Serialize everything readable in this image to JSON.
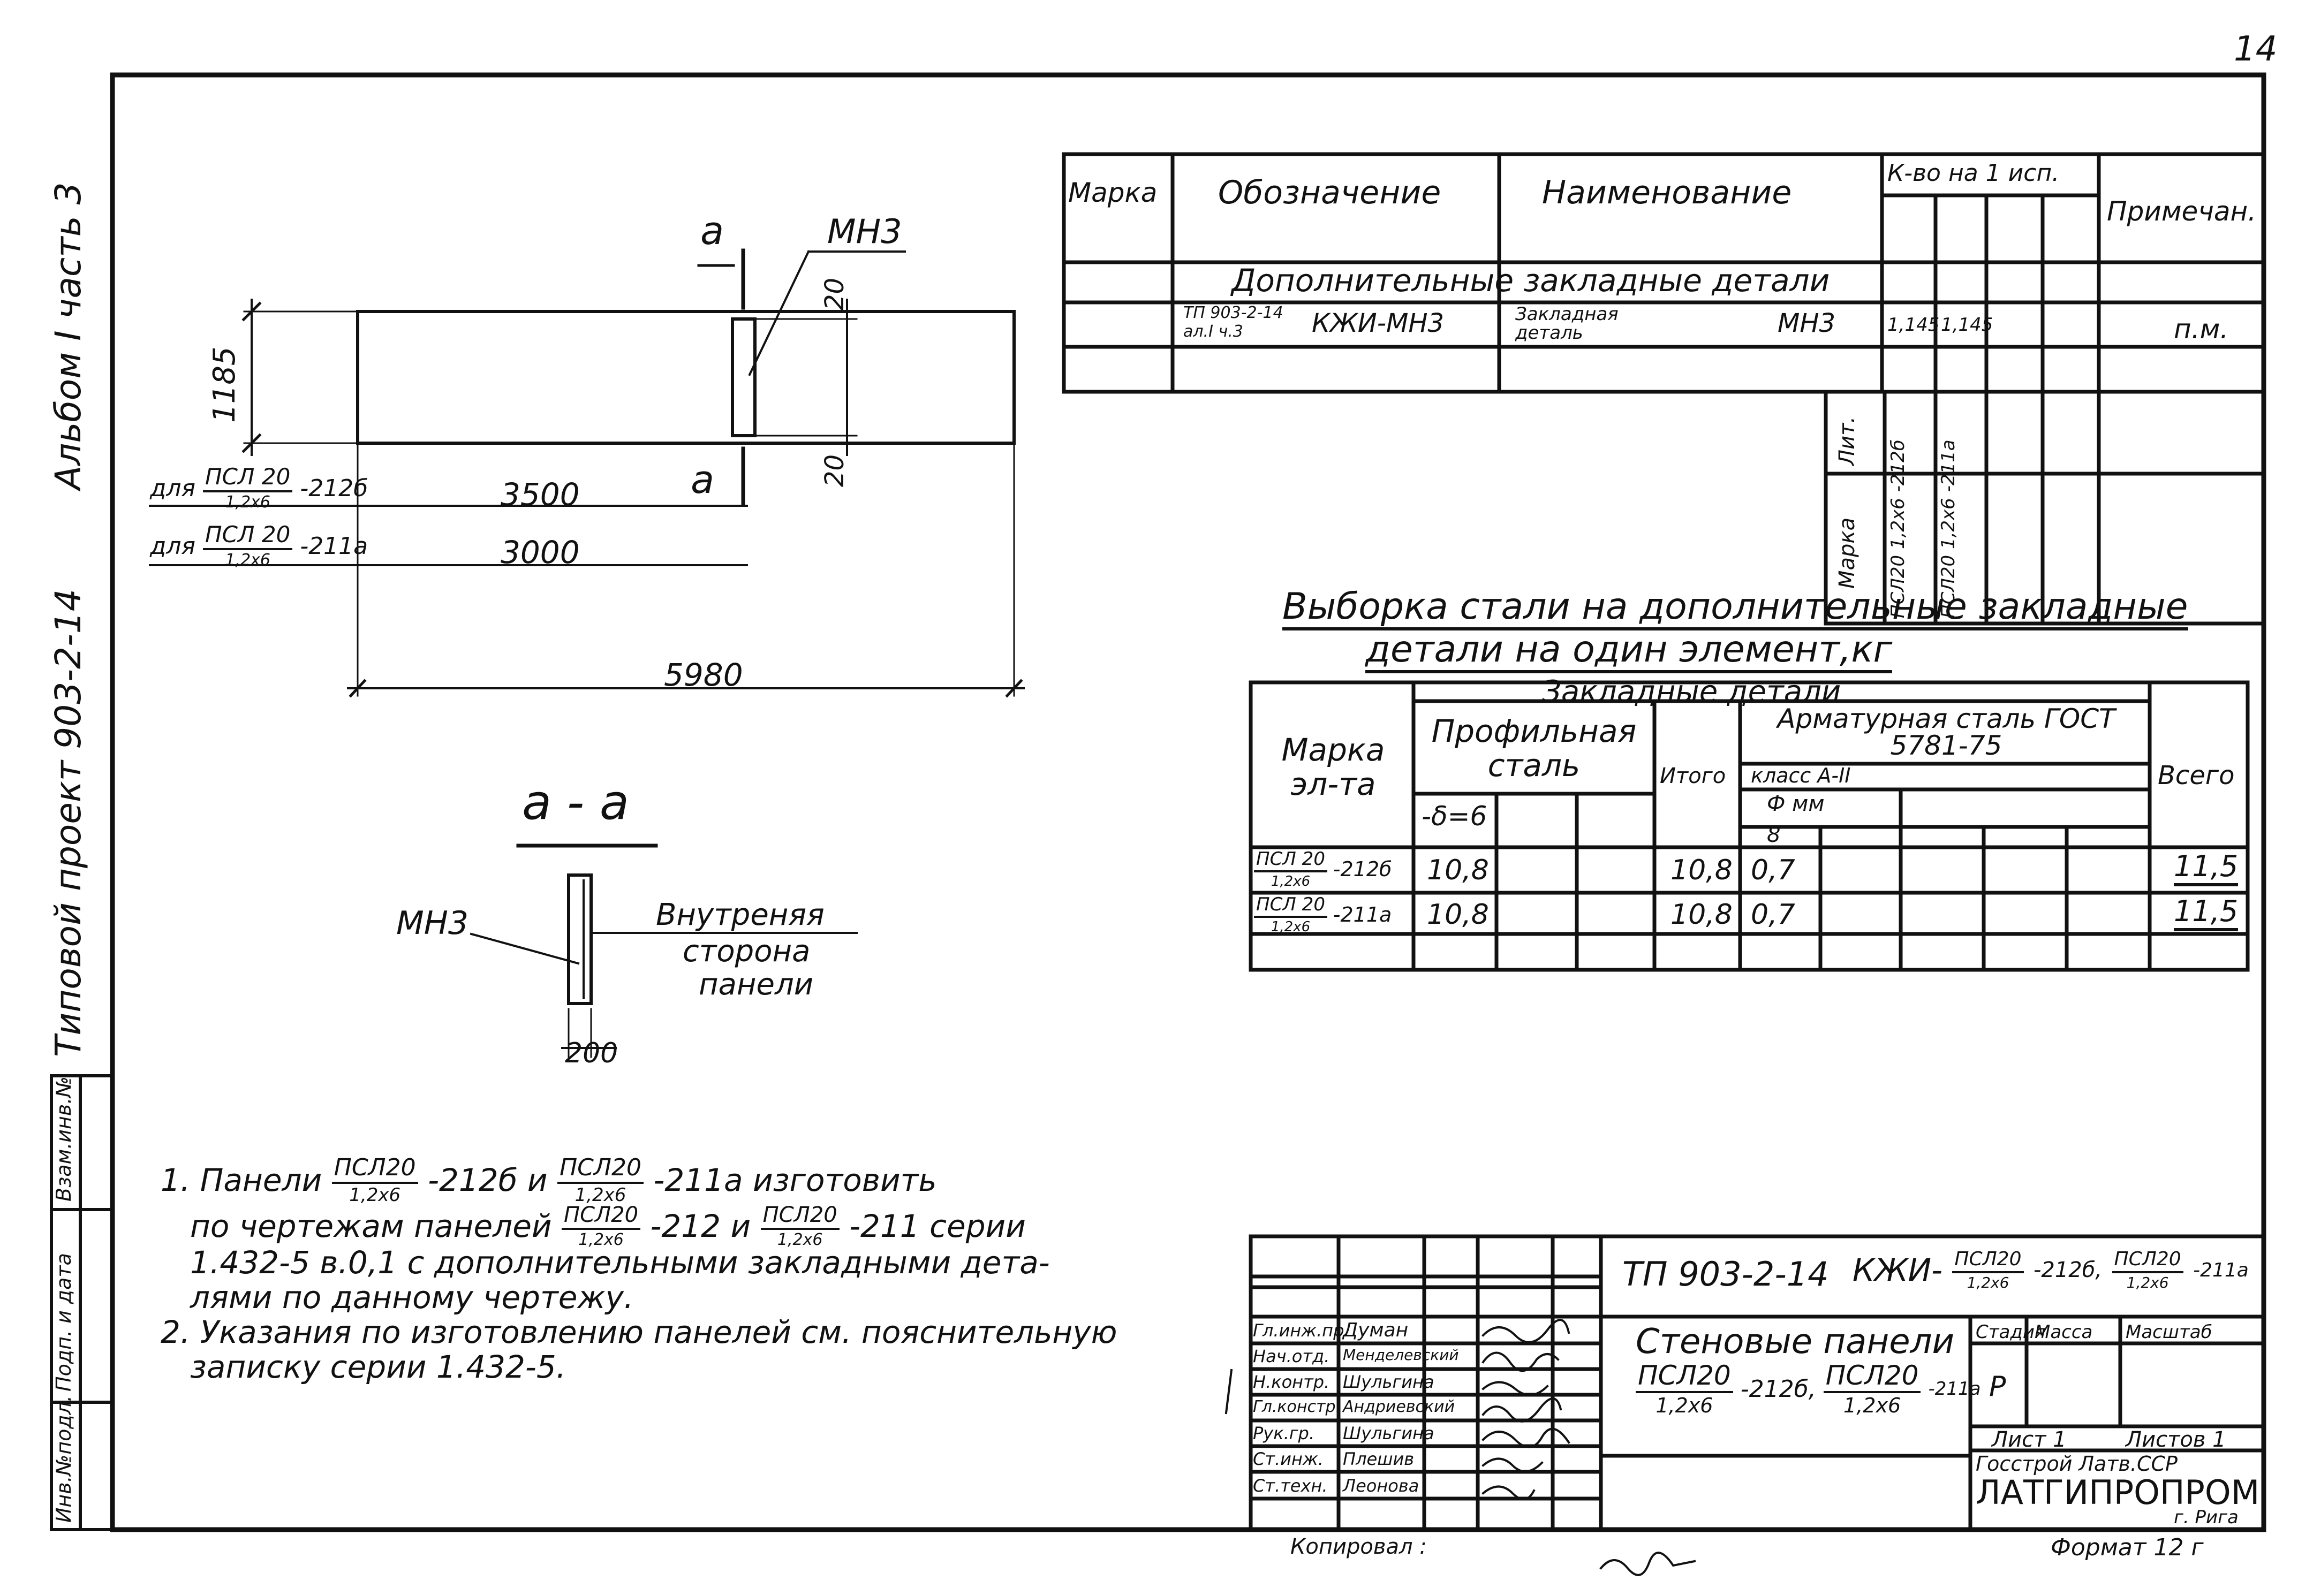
{
  "sheet": {
    "page_number": "14",
    "side_labels": {
      "album": "Альбом I часть 3",
      "project": "Типовой проект 903-2-14"
    },
    "inventory_columns": [
      "Инв.№подл.",
      "Подп. и дата",
      "Взам.инв.№"
    ]
  },
  "plan_view": {
    "section_mark": "а",
    "part_label": "МН3",
    "dim_height": "1185",
    "dim_top": "20",
    "dim_bottom": "20",
    "dim_3500": "3500",
    "dim_3000": "3000",
    "dim_total": "5980",
    "row1": {
      "prefix": "для",
      "num": "ПСЛ 20",
      "den": "1,2х6",
      "suffix": "-212б"
    },
    "row2": {
      "prefix": "для",
      "num": "ПСЛ 20",
      "den": "1,2х6",
      "suffix": "-211а"
    }
  },
  "section_view": {
    "title": "а - а",
    "part_label": "МН3",
    "inner_side_label": [
      "Внутреняя",
      "сторона",
      "панели"
    ],
    "dim_width": "200"
  },
  "spec_table": {
    "headers": {
      "mark": "Марка",
      "designation": "Обозначение",
      "name": "Наименование",
      "qty": "К-во на 1 исп.",
      "note": "Примечан."
    },
    "section_title": "Дополнительные закладные детали",
    "row": {
      "designation_ref": [
        "ТП 903-2-14",
        "ал.I ч.3"
      ],
      "designation_code": "КЖИ-МН3",
      "name": [
        "Закладная",
        "деталь"
      ],
      "name_code": "МН3",
      "qty1": "1,145",
      "qty2": "1,145",
      "note": "п.м."
    }
  },
  "mark_box": {
    "lit_label": "Лит.",
    "mark_label": "Марка",
    "col1": {
      "num": "ПСЛ20",
      "den": "1,2х6",
      "suffix": "-212б"
    },
    "col2": {
      "num": "ПСЛ20",
      "den": "1,2х6",
      "suffix": "-211а"
    }
  },
  "steel_table": {
    "title_line1": "Выборка стали на дополнительные закладные",
    "title_line2": "детали на один элемент,кг",
    "group_header": "Закладные детали",
    "col_mark": "Марка эл-та",
    "col_profile": "Профильная сталь",
    "col_profile_sub": "-δ=6",
    "col_total_sub": "Итого",
    "col_rebar": "Арматурная сталь ГОСТ 5781-75",
    "col_rebar_class": "класс А-II",
    "col_rebar_dia": "Ф мм",
    "col_rebar_dia_val": "8",
    "col_all": "Всего",
    "rows": [
      {
        "num": "ПСЛ 20",
        "den": "1,2х6",
        "suffix": "-212б",
        "profile": "10,8",
        "itogo": "10,8",
        "rebar": "0,7",
        "total": "11,5"
      },
      {
        "num": "ПСЛ 20",
        "den": "1,2х6",
        "suffix": "-211а",
        "profile": "10,8",
        "itogo": "10,8",
        "rebar": "0,7",
        "total": "11,5"
      }
    ]
  },
  "notes": {
    "n1_a": "1. Панели",
    "f1": {
      "num": "ПСЛ20",
      "den": "1,2х6"
    },
    "n1_b": "-212б и",
    "f2": {
      "num": "ПСЛ20",
      "den": "1,2х6"
    },
    "n1_c": "-211а изготовить",
    "n1_d": "по чертежам панелей",
    "f3": {
      "num": "ПСЛ20",
      "den": "1,2х6"
    },
    "n1_e": "-212 и",
    "f4": {
      "num": "ПСЛ20",
      "den": "1,2х6"
    },
    "n1_f": "-211 серии",
    "n1_g": "1.432-5 в.0,1 с дополнительными закладными дета-",
    "n1_h": "лями по данному чертежу.",
    "n2_a": "2. Указания по изготовлению панелей см. пояснительную",
    "n2_b": "записку серии 1.432-5."
  },
  "title_block": {
    "code": "ТП 903-2-14",
    "kzh_prefix": "КЖИ-",
    "kzh_f1": {
      "num": "ПСЛ20",
      "den": "1,2х6"
    },
    "kzh_mid": "-212б,",
    "kzh_f2": {
      "num": "ПСЛ20",
      "den": "1,2х6"
    },
    "kzh_end": "-211а",
    "title_line1": "Стеновые панели",
    "title_f1": {
      "num": "ПСЛ20",
      "den": "1,2х6"
    },
    "title_mid": "-212б,",
    "title_f2": {
      "num": "ПСЛ20",
      "den": "1,2х6"
    },
    "title_end": "-211а",
    "stage_label": "Стадия",
    "mass_label": "Масса",
    "scale_label": "Масштаб",
    "stage_value": "Р",
    "sheet_label": "Лист 1",
    "sheets_label": "Листов 1",
    "org_line1": "Госстрой Латв.ССР",
    "org_line2": "ЛАТГИПРОПРОМ",
    "org_line3": "г. Рига",
    "format": "Формат 12 г",
    "copied_by": "Копировал :",
    "people": [
      {
        "role": "Гл.инж.пр.",
        "name": "Думан"
      },
      {
        "role": "Нач.отд.",
        "name": "Менделевский"
      },
      {
        "role": "Н.контр.",
        "name": "Шульгина"
      },
      {
        "role": "Гл.констр.",
        "name": "Андриевский"
      },
      {
        "role": "Рук.гр.",
        "name": "Шульгина"
      },
      {
        "role": "Ст.инж.",
        "name": "Плешив"
      },
      {
        "role": "Ст.техн.",
        "name": "Леонова"
      }
    ]
  }
}
